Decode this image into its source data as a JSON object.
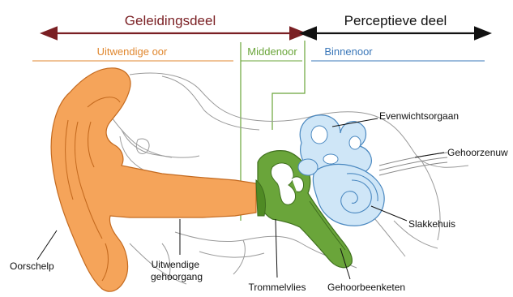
{
  "header": {
    "conduction_part": "Geleidingsdeel",
    "perceptive_part": "Perceptieve deel",
    "outer_ear": "Uitwendige oor",
    "middle_ear": "Middenoor",
    "inner_ear": "Binnenoor"
  },
  "labels": {
    "balance_organ": "Evenwichtsorgaan",
    "auditory_nerve": "Gehoorzenuw",
    "cochlea": "Slakkehuis",
    "ossicles": "Gehoorbeenketen",
    "eardrum": "Trommelvlies",
    "ear_canal": "Uitwendige gehoorgang",
    "auricle": "Oorschelp"
  },
  "colors": {
    "outer": "#f5a45a",
    "outer_text": "#e0872f",
    "middle": "#6aa53a",
    "inner": "#cfe6f7",
    "inner_stroke": "#4a88c0",
    "inner_text": "#3a77b8",
    "dark_red": "#7a1f23",
    "black": "#111111"
  }
}
